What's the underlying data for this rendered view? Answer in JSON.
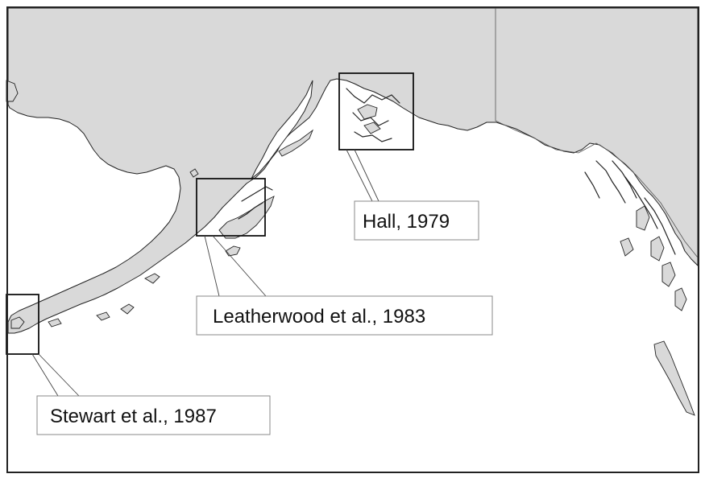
{
  "labels": {
    "hall": "Hall, 1979",
    "leatherwood": "Leatherwood et al., 1983",
    "stewart": "Stewart et al., 1987"
  },
  "colors": {
    "land": "#d9d9d9",
    "water": "#ffffff",
    "outline": "#222222",
    "label_border": "#8a8a8a"
  }
}
